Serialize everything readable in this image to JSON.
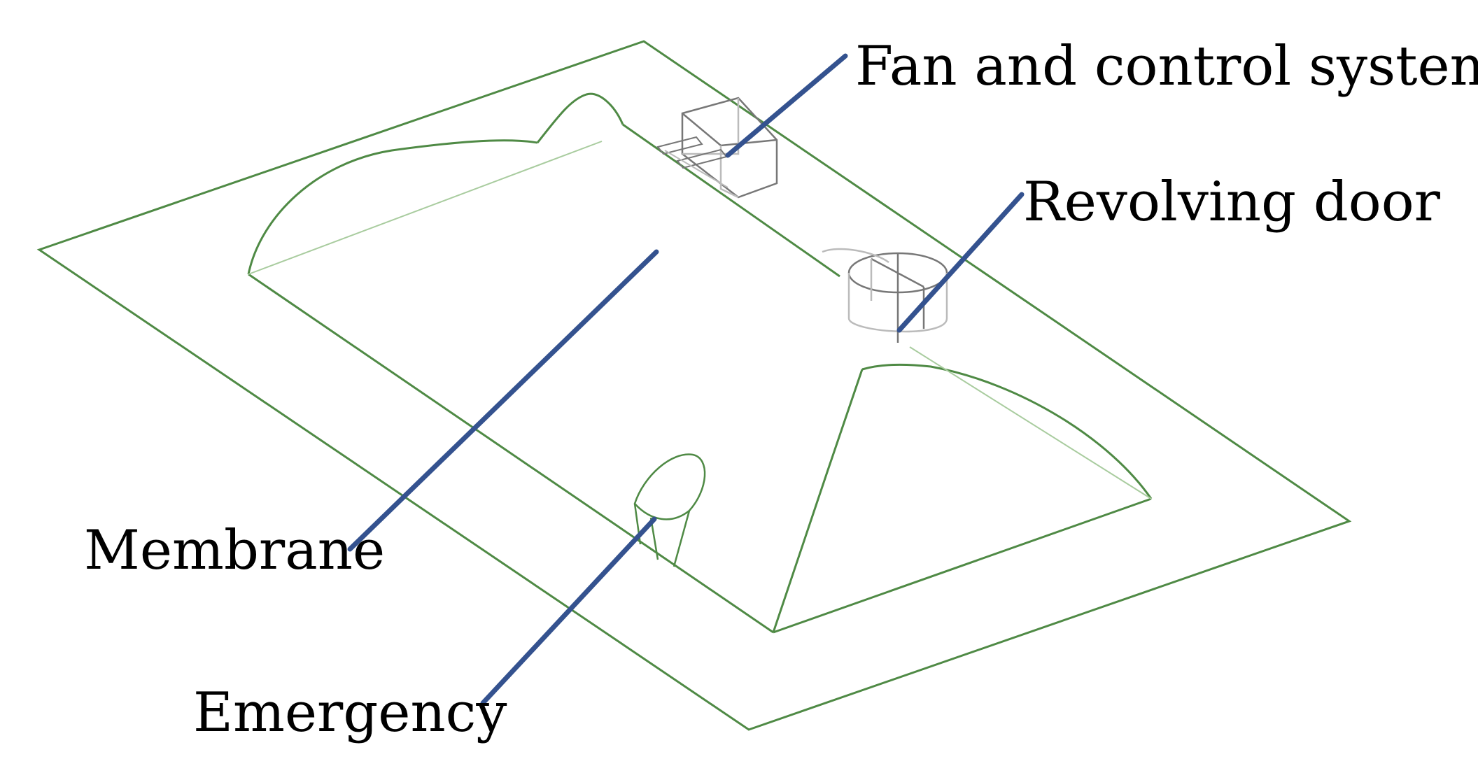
{
  "labels": {
    "fan_control": "Fan and control system",
    "revolving_door": "Revolving door",
    "membrane": "Membrane",
    "emergency": "Emergency"
  },
  "colors": {
    "outline": "#4f8a45",
    "outline_light": "#a9cc9f",
    "component": "#777777",
    "component_light": "#bbbbbb",
    "leader": "#34528f",
    "text": "#000000",
    "background": "#ffffff"
  }
}
